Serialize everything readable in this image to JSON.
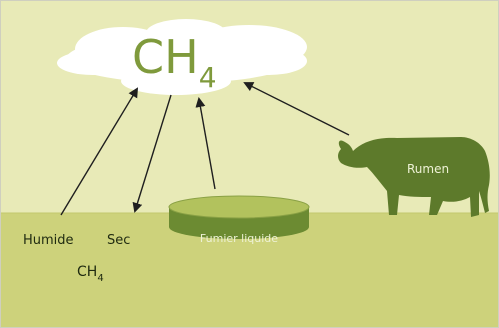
{
  "cloud": {
    "formula_main": "CH",
    "formula_sub": "4"
  },
  "labels": {
    "humide": "Humide",
    "sec": "Sec",
    "ground_formula_main": "CH",
    "ground_formula_sub": "4",
    "manure_tank": "Fumier liquide",
    "rumen": "Rumen"
  },
  "colors": {
    "sky": "#e8eab7",
    "ground": "#cdd27b",
    "cloud": "#ffffff",
    "formula": "#7f9a3c",
    "cow": "#5d7a2b",
    "tank_side": "#6c8b32",
    "tank_top": "#b2c25d",
    "arrow": "#1f1f1f",
    "label_dark": "#1f2a10",
    "label_light": "#eef2d6"
  }
}
